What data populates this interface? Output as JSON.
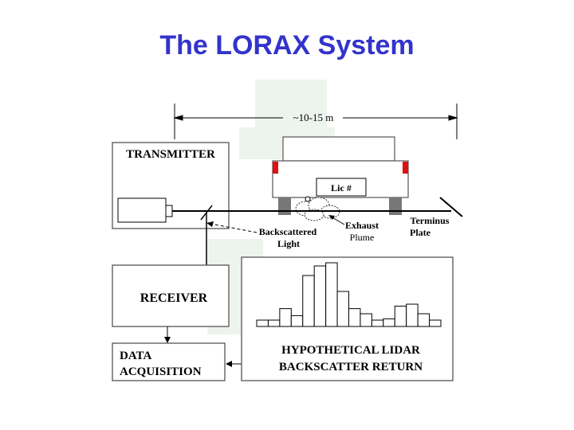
{
  "title": "The LORAX System",
  "diagram": {
    "distance_label": "~10-15 m",
    "transmitter_label": "TRANSMITTER",
    "receiver_label": "RECEIVER",
    "data_acq_line1": "DATA",
    "data_acq_line2": "ACQUISITION",
    "plate_label": "Lic #",
    "exhaust_line1": "Exhaust",
    "exhaust_line2": "Plume",
    "terminus_line1": "Terminus",
    "terminus_line2": "Plate",
    "backscatter_line1": "Backscattered",
    "backscatter_line2": "Light",
    "chart_title_line1": "HYPOTHETICAL LIDAR",
    "chart_title_line2": "BACKSCATTER RETURN"
  },
  "chart_data": {
    "type": "bar",
    "categories": [],
    "values": [
      0.1,
      0.1,
      0.28,
      0.17,
      0.8,
      0.95,
      1.0,
      0.55,
      0.28,
      0.2,
      0.1,
      0.12,
      0.32,
      0.35,
      0.2,
      0.1
    ],
    "title": "HYPOTHETICAL LIDAR BACKSCATTER RETURN",
    "xlabel": "",
    "ylabel": "",
    "ylim": [
      0,
      1
    ]
  },
  "colors": {
    "title": "#3333cc",
    "line": "#000000",
    "taillight": "#dd1111",
    "wheel": "#777777",
    "watermark": "#e4eee4"
  }
}
